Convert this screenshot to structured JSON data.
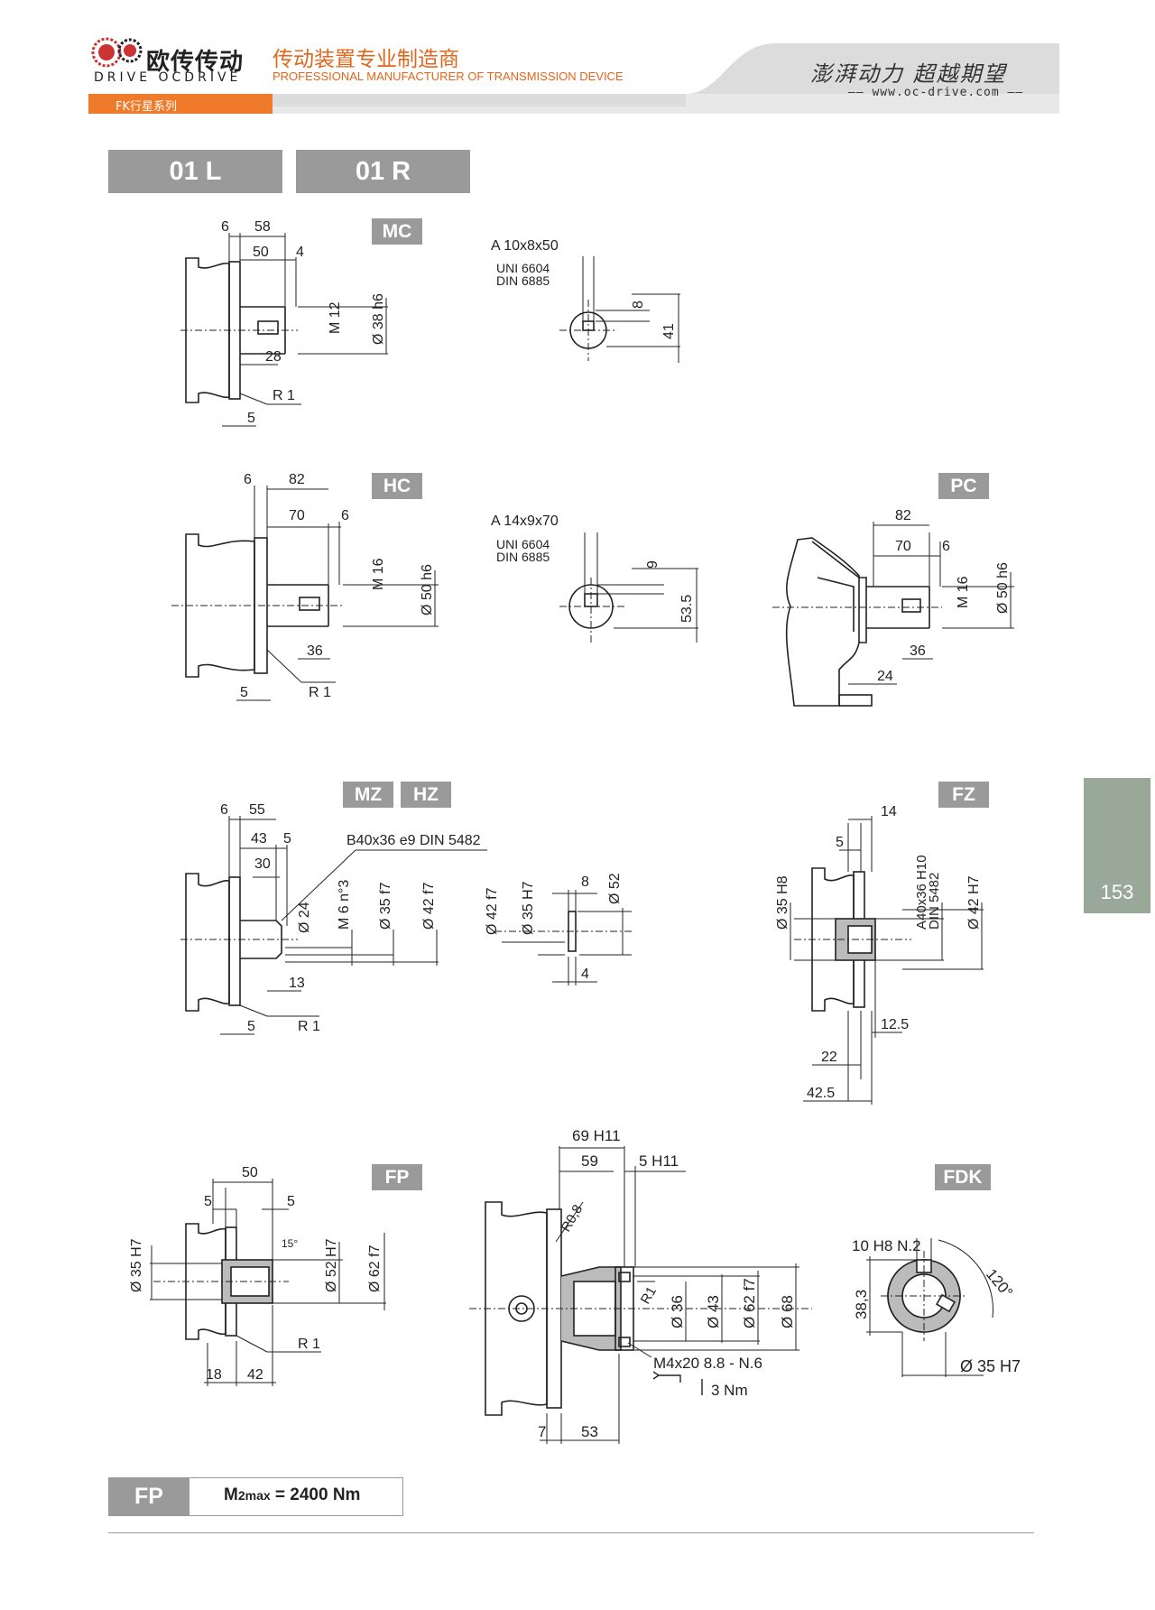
{
  "header": {
    "brand_cn": "欧传传动",
    "brand_en": "DRIVE OCDRIVE",
    "title_cn": "传动装置专业制造商",
    "title_en": "PROFESSIONAL MANUFACTURER OF TRANSMISSION DEVICE",
    "slogan": "澎湃动力 超越期望",
    "website": "www.oc-drive.com",
    "series": "FK行星系列"
  },
  "tabs": [
    "01 L",
    "01 R"
  ],
  "labels": {
    "mc": "MC",
    "hc": "HC",
    "pc": "PC",
    "mz": "MZ",
    "hz": "HZ",
    "fz": "FZ",
    "fp": "FP",
    "fdk": "FDK"
  },
  "dims": {
    "mc": [
      "6",
      "58",
      "50",
      "4",
      "M 12",
      "Ø 38 h6",
      "28",
      "R 1",
      "5"
    ],
    "mc_key": [
      "A 10x8x50",
      "UNI 6604",
      "DIN 6885",
      "8",
      "41"
    ],
    "hc": [
      "6",
      "82",
      "70",
      "6",
      "M 16",
      "Ø 50 h6",
      "36",
      "5",
      "R 1"
    ],
    "hc_key": [
      "A 14x9x70",
      "UNI 6604",
      "DIN 6885",
      "9",
      "53.5"
    ],
    "pc": [
      "82",
      "70",
      "6",
      "M 16",
      "Ø 50 h6",
      "36",
      "24"
    ],
    "mz": [
      "6",
      "55",
      "43",
      "5",
      "30",
      "B40x36 e9 DIN 5482",
      "Ø 24",
      "M 6 n°3",
      "Ø 35 f7",
      "Ø 42 f7",
      "13",
      "5",
      "R 1"
    ],
    "mz_spline": [
      "Ø 42 f7",
      "Ø 35 H7",
      "8",
      "Ø 52",
      "4"
    ],
    "fz": [
      "14",
      "5",
      "Ø 35 H8",
      "A40x36 H10",
      "DIN 5482",
      "Ø 42 H7",
      "12.5",
      "22",
      "42.5"
    ],
    "fp": [
      "50",
      "5",
      "5",
      "Ø 35 H7",
      "15°",
      "Ø 52 H7",
      "Ø 62 f7",
      "R 1",
      "18",
      "42"
    ],
    "fp_mid": [
      "69 H11",
      "59",
      "5 H11",
      "R0,8",
      "R1",
      "Ø 36",
      "Ø 43",
      "Ø 62 f7",
      "Ø 68",
      "M4x20 8.8 - N.6",
      "3 Nm",
      "7",
      "53"
    ],
    "fdk": [
      "10 H8 N.2",
      "120°",
      "38,3",
      "Ø 35 H7"
    ]
  },
  "page_number": "153",
  "footer": {
    "tag": "FP",
    "formula_prefix": "M",
    "formula_sub": "2max",
    "formula_value": " = 2400 Nm"
  }
}
